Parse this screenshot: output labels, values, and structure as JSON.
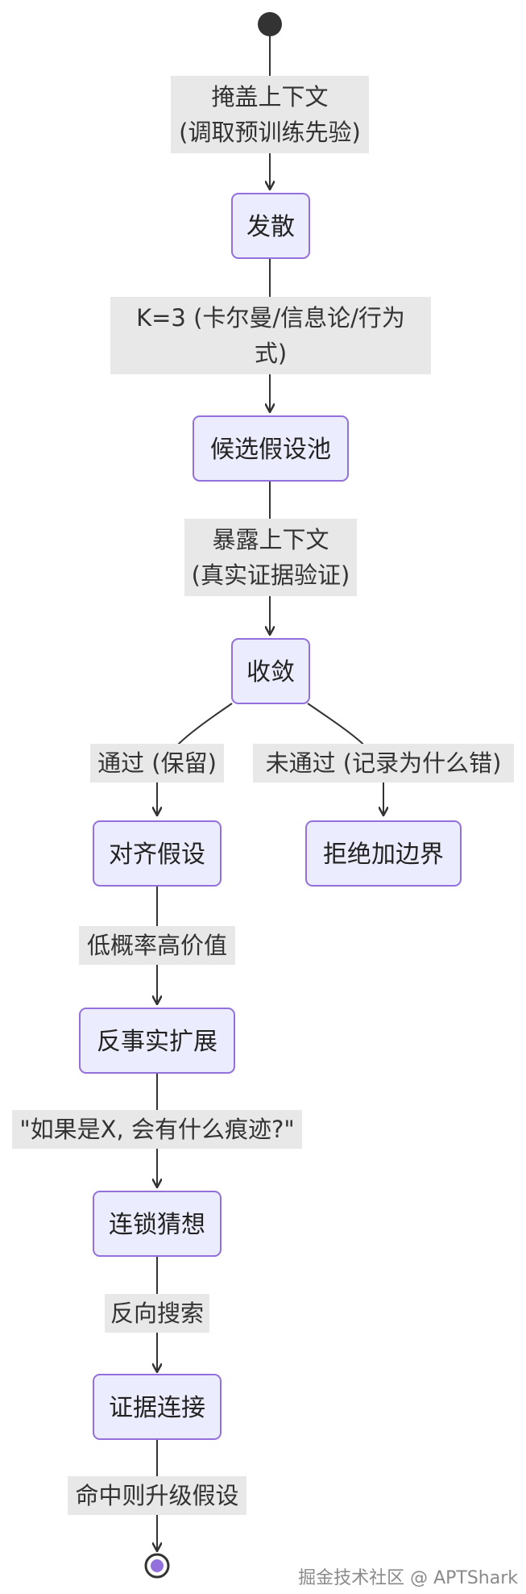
{
  "colors": {
    "node_fill": "#ECECFF",
    "node_stroke": "#9370DB",
    "edge": "#333333",
    "label_bg": "#E8E8E8",
    "start": "#333333",
    "end_inner": "#9370DB"
  },
  "nodes": {
    "diverge": "发散",
    "candidate_pool": "候选假设池",
    "converge": "收敛",
    "aligned_hypothesis": "对齐假设",
    "reject_boundary": "拒绝加边界",
    "counterfactual_expand": "反事实扩展",
    "chain_conjecture": "连锁猜想",
    "evidence_link": "证据连接"
  },
  "edges": {
    "mask_context": {
      "line1": "掩盖上下文",
      "line2": "(调取预训练先验)"
    },
    "k3": {
      "line1": "K=3 (卡尔曼/信息论/行为",
      "line2": "式)"
    },
    "expose_context": {
      "line1": "暴露上下文",
      "line2": "(真实证据验证)"
    },
    "pass": "通过 (保留)",
    "fail": "未通过 (记录为什么错)",
    "low_prob": "低概率高价值",
    "what_if": "\"如果是X, 会有什么痕迹?\"",
    "reverse_search": "反向搜索",
    "hit_upgrade": "命中则升级假设"
  },
  "watermark": "掘金技术社区 @ APTShark"
}
